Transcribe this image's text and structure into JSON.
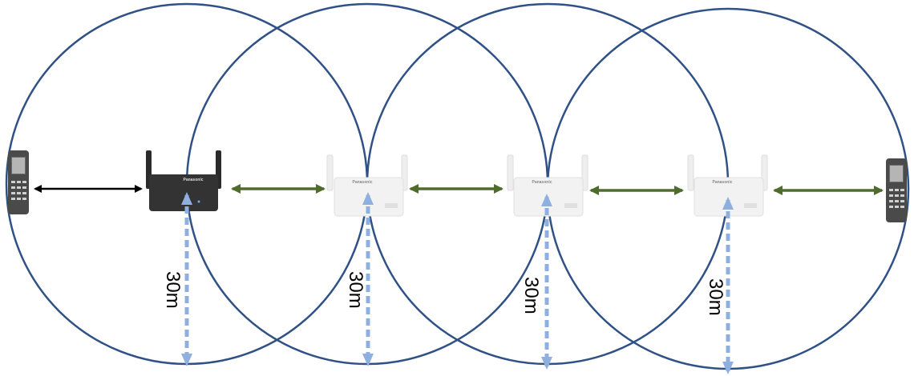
{
  "diagram": {
    "range_labels": [
      "30m",
      "30m",
      "30m",
      "30m"
    ],
    "device_brand": "Panasonic",
    "colors": {
      "circle": "#2f5186",
      "range_arrow": "#8fb0df",
      "link_arrow": "#4f6b2d",
      "handset_link_arrow": "#000000",
      "base_station": "#333333",
      "repeater": "#eeeeee"
    },
    "devices": [
      {
        "type": "handset",
        "name": "handset-left"
      },
      {
        "type": "base-station",
        "name": "base-station"
      },
      {
        "type": "repeater",
        "name": "repeater-1"
      },
      {
        "type": "repeater",
        "name": "repeater-2"
      },
      {
        "type": "repeater",
        "name": "repeater-3"
      },
      {
        "type": "handset",
        "name": "handset-right"
      }
    ]
  }
}
